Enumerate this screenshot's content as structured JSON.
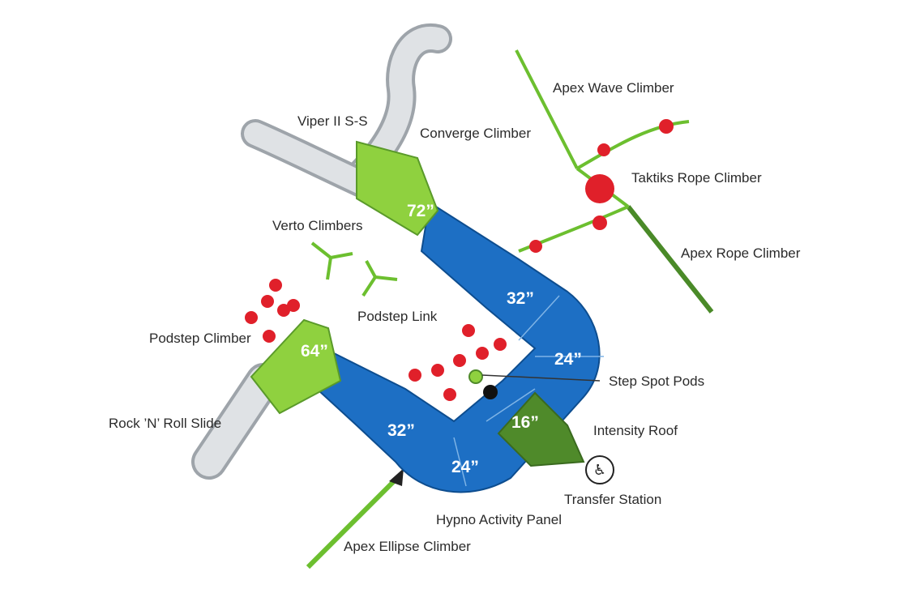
{
  "component_labels": {
    "apex_wave_climber": "Apex Wave Climber",
    "viper_slide": "Viper II S-S",
    "converge_climber": "Converge Climber",
    "taktiks_rope_climber": "Taktiks Rope Climber",
    "verto_climbers": "Verto Climbers",
    "apex_rope_climber": "Apex Rope Climber",
    "podstep_link": "Podstep Link",
    "podstep_climber": "Podstep Climber",
    "step_spot_pods": "Step Spot Pods",
    "rock_n_roll_slide": "Rock ’N’ Roll Slide",
    "intensity_roof": "Intensity Roof",
    "transfer_station": "Transfer Station",
    "hypno_activity_panel": "Hypno Activity Panel",
    "apex_ellipse_climber": "Apex Ellipse Climber"
  },
  "deck_heights": {
    "deck_72": "72”",
    "deck_64": "64”",
    "deck_32_upper": "32”",
    "deck_24_right": "24”",
    "deck_16": "16”",
    "deck_32_lower": "32”",
    "deck_24_bottom": "24”"
  },
  "colors": {
    "deck_blue": "#1d6fc4",
    "roof_green": "#8fd13f",
    "roof_dark_green": "#4f8a2a",
    "climber_red": "#e0202a",
    "slide_silver": "#d9dcdf"
  },
  "icons": {
    "accessibility": "wheelchair-icon"
  }
}
